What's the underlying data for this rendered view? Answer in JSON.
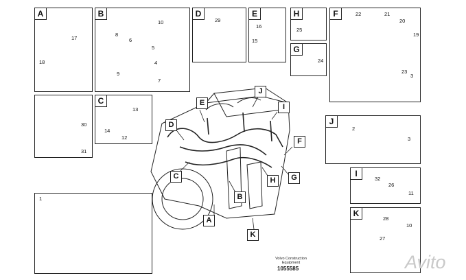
{
  "panels": {
    "A": {
      "letter": "A",
      "callouts": [
        "17",
        "18"
      ]
    },
    "B": {
      "letter": "B",
      "callouts": [
        "8",
        "6",
        "5",
        "4",
        "9",
        "7"
      ]
    },
    "D": {
      "letter": "D",
      "callouts": [
        "10",
        "29"
      ]
    },
    "E": {
      "letter": "E",
      "callouts": [
        "16",
        "15"
      ]
    },
    "H": {
      "letter": "H",
      "callouts": [
        "25"
      ]
    },
    "G": {
      "letter": "G",
      "callouts": [
        "24"
      ]
    },
    "F": {
      "letter": "F",
      "callouts": [
        "22",
        "21",
        "20",
        "19",
        "23",
        "3"
      ]
    },
    "panel30": {
      "callouts": [
        "30",
        "31"
      ]
    },
    "C": {
      "letter": "C",
      "callouts": [
        "13",
        "14",
        "12"
      ]
    },
    "J": {
      "letter": "J",
      "callouts": [
        "2",
        "3"
      ]
    },
    "I": {
      "letter": "I",
      "callouts": [
        "32",
        "26",
        "11"
      ]
    },
    "K": {
      "letter": "K",
      "callouts": [
        "28",
        "10",
        "27"
      ]
    },
    "harness": {
      "callouts": [
        "1"
      ]
    }
  },
  "engine_tags": [
    "E",
    "J",
    "I",
    "D",
    "F",
    "C",
    "H",
    "G",
    "B",
    "A",
    "K"
  ],
  "footer": {
    "line1": "Volvo Construction",
    "line2": "Equipment",
    "number": "1055585"
  },
  "watermark": "Avito"
}
